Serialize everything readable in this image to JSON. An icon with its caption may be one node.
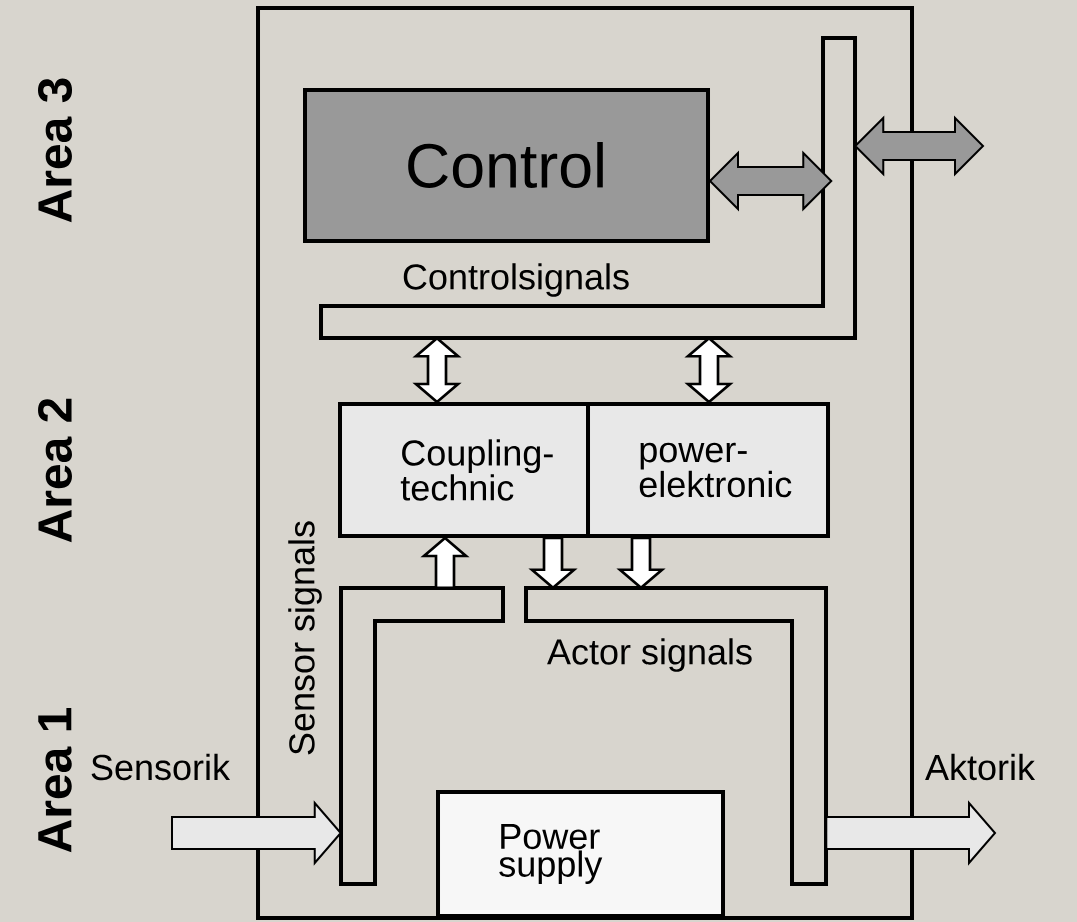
{
  "diagram": {
    "nodes": [
      {
        "text": [],
        "shape": "box"
      },
      {
        "text": [
          "Control"
        ],
        "in": 0
      },
      {
        "text": [],
        "shape": "bar",
        "beside": [
          "Controlsignals"
        ],
        "in": 0
      },
      {
        "text": [
          "Coupling- technic"
        ],
        "in": 0
      },
      {
        "text": [
          "power- elektronic"
        ],
        "in": 0
      },
      {
        "text": [],
        "shape": "bar",
        "beside": [
          "Sensor signals"
        ],
        "in": 0
      },
      {
        "text": [],
        "shape": "bar",
        "beside": [
          "Actor signals"
        ],
        "in": 0
      },
      {
        "text": [
          "Power supply"
        ],
        "in": 0
      }
    ],
    "edges": [
      {
        "from": 1,
        "to": 2,
        "arrow": "both",
        "color": "#999999"
      },
      {
        "from": 2,
        "to": null,
        "arrow": "both",
        "color": "#999999"
      },
      {
        "from": 2,
        "to": 3,
        "arrow": "both"
      },
      {
        "from": 2,
        "to": 4,
        "arrow": "both"
      },
      {
        "from": 5,
        "to": 3,
        "arrow": "to"
      },
      {
        "from": 3,
        "to": 6,
        "arrow": "to"
      },
      {
        "from": 4,
        "to": 6,
        "arrow": "to"
      },
      {
        "from": null,
        "to": 5,
        "arrow": "to",
        "label": "Sensorik"
      },
      {
        "from": 6,
        "to": null,
        "arrow": "to",
        "label": "Aktorik"
      }
    ],
    "labels": [
      "Area 3",
      "Area 2",
      "Area 1"
    ]
  }
}
